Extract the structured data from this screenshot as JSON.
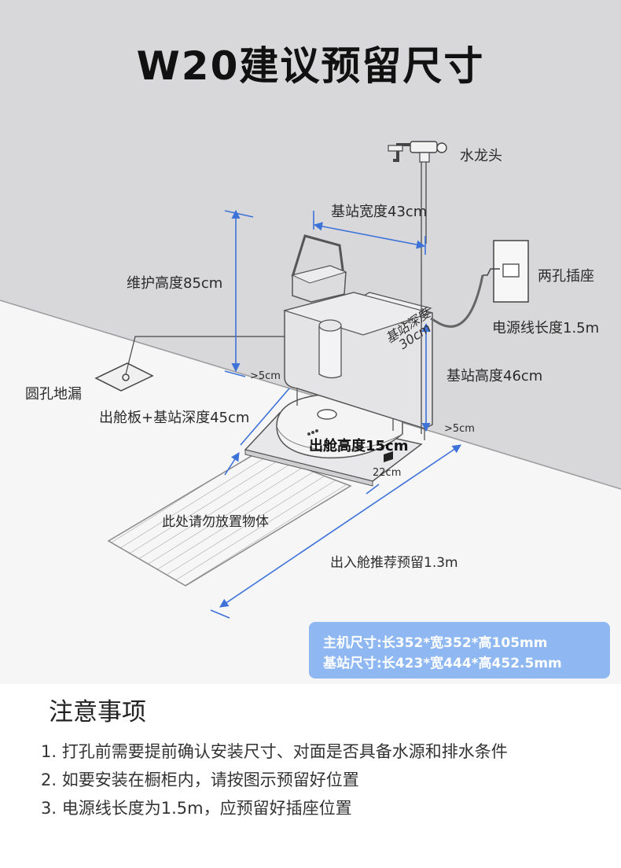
{
  "title": "W20建议预留尺寸",
  "labels": {
    "faucet": "水龙头",
    "station_width": "基站宽度43cm",
    "maintenance_height": "维护高度85cm",
    "two_hole_socket": "两孔插座",
    "power_cord_length": "电源线长度1.5m",
    "station_depth_line1": "基站深度",
    "station_depth_line2": "30cm",
    "station_height": "基站高度46cm",
    "gap_left": ">5cm",
    "gap_right": ">5cm",
    "floor_drain": "圆孔地漏",
    "ramp_station_depth": "出舱板+基站深度45cm",
    "exit_height": "出舱高度15cm",
    "ramp_width": "22cm",
    "no_objects": "此处请勿放置物体",
    "exit_reserve": "出入舱推荐预留1.3m"
  },
  "specs": {
    "robot": "主机尺寸:长352*宽352*高105mm",
    "station": "基站尺寸:长423*宽444*高452.5mm"
  },
  "notes": {
    "title": "注意事项",
    "items": [
      "1. 打孔前需要提前确认安装尺寸、对面是否具备水源和排水条件",
      "2. 如要安装在橱柜内，请按图示预留好位置",
      "3. 电源线长度为1.5m，应预留好插座位置"
    ]
  },
  "colors": {
    "wall": "#d8d8da",
    "floor": "#f4f4f5",
    "dimension_line": "#3d72d9",
    "spec_box": "#8fb8f2"
  }
}
